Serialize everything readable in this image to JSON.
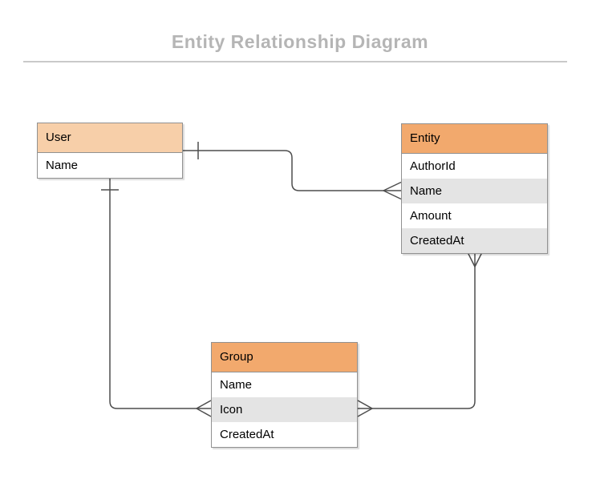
{
  "page": {
    "title": "Entity Relationship Diagram"
  },
  "colors": {
    "header-user": "#f7cfa9",
    "header-accent": "#f2a96d",
    "row-stripe": "#e4e4e4",
    "table-border": "#919191",
    "connector": "#4d4d4d",
    "title-text": "#b5b5b5",
    "divider": "#c9c9c9",
    "row-text": "#000000",
    "background": "#ffffff"
  },
  "diagram": {
    "entities": [
      {
        "name": "User",
        "fields": [
          "Name"
        ]
      },
      {
        "name": "Entity",
        "fields": [
          "AuthorId",
          "Name",
          "Amount",
          "CreatedAt"
        ]
      },
      {
        "name": "Group",
        "fields": [
          "Name",
          "Icon",
          "CreatedAt"
        ]
      }
    ],
    "relationships": [
      {
        "from": "User",
        "to": "Entity",
        "from_cardinality": "one",
        "to_cardinality": "many",
        "notation": "tick / crow's foot"
      },
      {
        "from": "User",
        "to": "Group",
        "from_cardinality": "one",
        "to_cardinality": "many",
        "notation": "tick / crow's foot"
      },
      {
        "from": "Entity",
        "to": "Group",
        "from_cardinality": "many",
        "to_cardinality": "many",
        "notation": "crow's foot / crow's foot"
      }
    ]
  }
}
